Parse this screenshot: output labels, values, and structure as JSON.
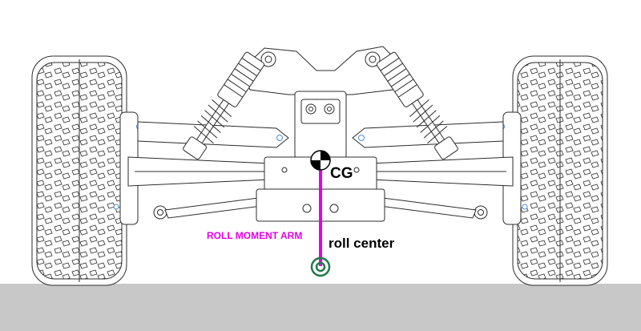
{
  "labels": {
    "cg": "CG",
    "roll_center": "roll center",
    "roll_moment_arm": "ROLL MOMENT ARM"
  },
  "colors": {
    "background": "#ffffff",
    "ground": "#c8c8c8",
    "line_art": "#2b2b2b",
    "pivot_accent": "#4a8fd4",
    "roll_moment_arm": "#e600e6",
    "roll_center_marker": "#1f7a4a",
    "label_text": "#000000"
  },
  "icons": {
    "cg_marker": "center-of-gravity-checker-circle",
    "roll_center_marker": "double-ring-target"
  }
}
